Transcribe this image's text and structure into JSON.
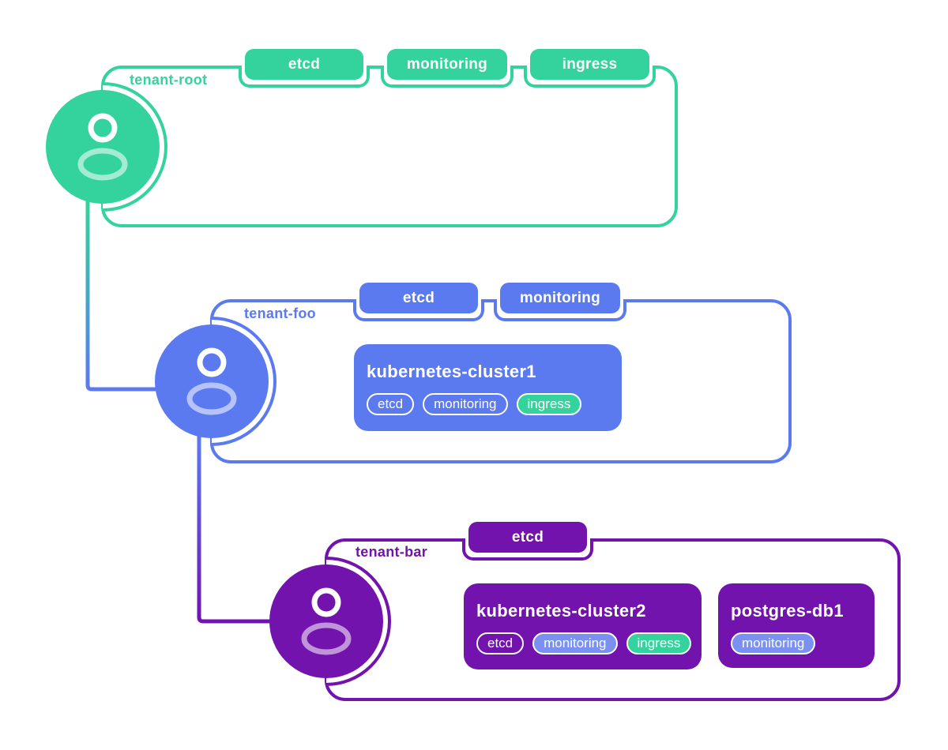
{
  "colors": {
    "green": "#34d39e",
    "blue": "#5b7af0",
    "purple": "#7113ac",
    "chip_blue": "#7b91f2",
    "white": "#ffffff"
  },
  "tenants": [
    {
      "name": "tenant-root",
      "tags": [
        "etcd",
        "monitoring",
        "ingress"
      ],
      "workloads": []
    },
    {
      "name": "tenant-foo",
      "tags": [
        "etcd",
        "monitoring"
      ],
      "workloads": [
        {
          "title": "kubernetes-cluster1",
          "chips": [
            {
              "label": "etcd",
              "variant": "outline"
            },
            {
              "label": "monitoring",
              "variant": "outline"
            },
            {
              "label": "ingress",
              "variant": "green"
            }
          ]
        }
      ]
    },
    {
      "name": "tenant-bar",
      "tags": [
        "etcd"
      ],
      "workloads": [
        {
          "title": "kubernetes-cluster2",
          "chips": [
            {
              "label": "etcd",
              "variant": "outline"
            },
            {
              "label": "monitoring",
              "variant": "blue"
            },
            {
              "label": "ingress",
              "variant": "green"
            }
          ]
        },
        {
          "title": "postgres-db1",
          "chips": [
            {
              "label": "monitoring",
              "variant": "blue"
            }
          ]
        }
      ]
    }
  ]
}
